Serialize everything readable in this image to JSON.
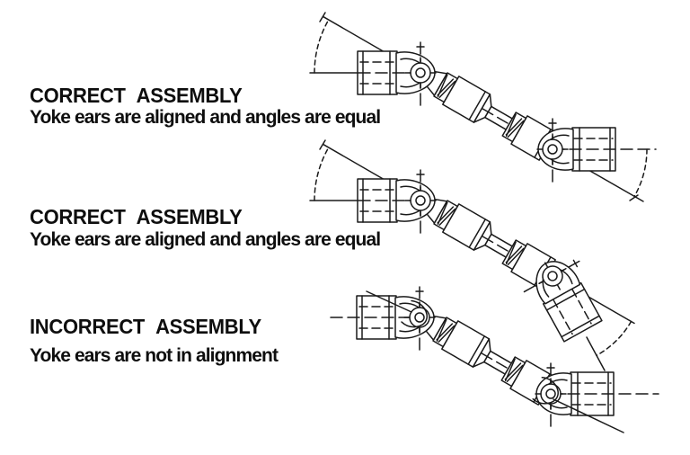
{
  "figure": {
    "background": "#ffffff",
    "line_color": "#1a1a1a",
    "text_color": "#0e0e0e"
  },
  "sections": [
    {
      "title": "CORRECT ASSEMBLY",
      "subtitle": "Yoke ears are aligned and angles are equal"
    },
    {
      "title": "CORRECT ASSEMBLY",
      "subtitle": "Yoke ears are aligned and angles are equal"
    },
    {
      "title": "INCORRECT ASSEMBLY",
      "subtitle": "Yoke ears are not in alignment"
    }
  ]
}
